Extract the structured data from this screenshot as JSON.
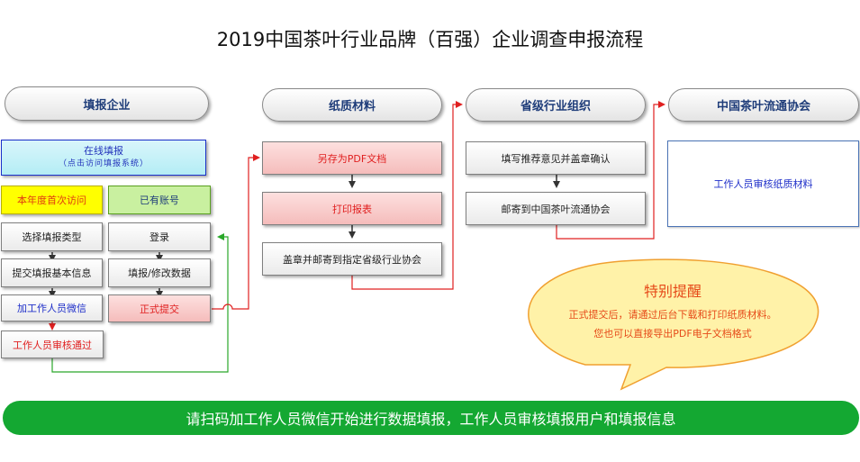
{
  "title": "2019中国茶叶行业品牌（百强）企业调查申报流程",
  "columns": {
    "col1": "填报企业",
    "col2": "纸质材料",
    "col3": "省级行业组织",
    "col4": "中国茶叶流通协会"
  },
  "col1": {
    "online_title": "在线填报",
    "online_sub": "（点击访问填报系统）",
    "first_visit": "本年度首次访问",
    "has_account": "已有账号",
    "left_steps": [
      "选择填报类型",
      "提交填报基本信息",
      "加工作人员微信",
      "工作人员审核通过"
    ],
    "right_steps": [
      "登录",
      "填报/修改数据",
      "正式提交"
    ]
  },
  "col2": {
    "steps": [
      "另存为PDF文档",
      "打印报表",
      "盖章并邮寄到指定省级行业协会"
    ]
  },
  "col3": {
    "steps": [
      "填写推荐意见并盖章确认",
      "邮寄到中国茶叶流通协会"
    ]
  },
  "col4": {
    "step": "工作人员审核纸质材料"
  },
  "callout": {
    "title": "特别提醒",
    "line1": "正式提交后，请通过后台下载和打印纸质材料。",
    "line2": "您也可以直接导出PDF电子文档格式"
  },
  "banner": "请扫码加工作人员微信开始进行数据填报，工作人员审核填报用户和填报信息",
  "colors": {
    "red_line": "#e02020",
    "green_line": "#2aa82a",
    "arrow": "#333333",
    "banner": "#14a832",
    "callout_fill": "#fff2a8",
    "callout_stroke": "#f0a030"
  }
}
